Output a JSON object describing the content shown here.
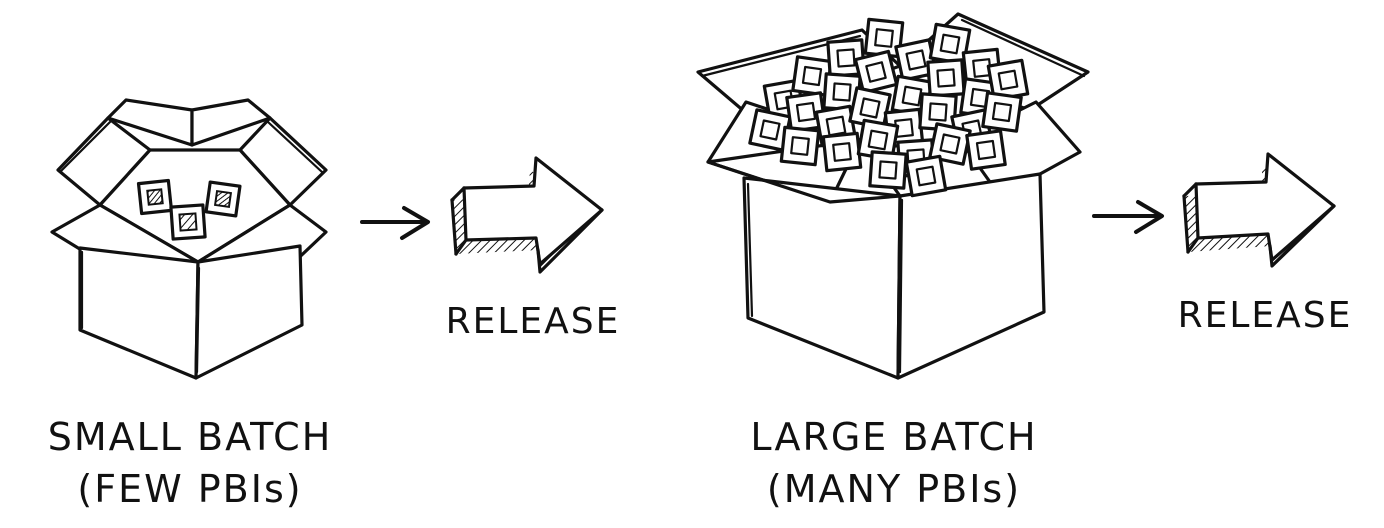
{
  "colors": {
    "ink": "#111111",
    "background": "#ffffff"
  },
  "small_batch": {
    "title": "SMALL BATCH",
    "subtitle": "(FEW PBIs)",
    "release_label": "RELEASE"
  },
  "large_batch": {
    "title": "LARGE BATCH",
    "subtitle": "(MANY PBIs)",
    "release_label": "RELEASE"
  }
}
